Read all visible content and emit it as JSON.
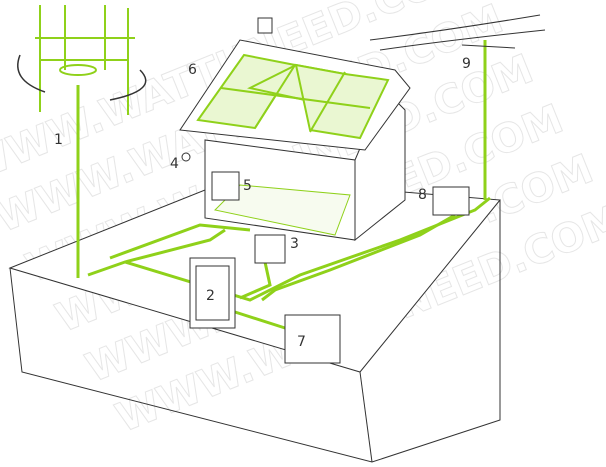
{
  "watermark": "WWW.WATTUNEED.COM",
  "labels": {
    "n1": "1",
    "n2": "2",
    "n3": "3",
    "n4": "4",
    "n5": "5",
    "n6": "6",
    "n7": "7",
    "n8": "8",
    "n9": "9"
  },
  "colors": {
    "wire": "#8fd11a",
    "line": "#333333",
    "panel": "#b6e05a"
  }
}
